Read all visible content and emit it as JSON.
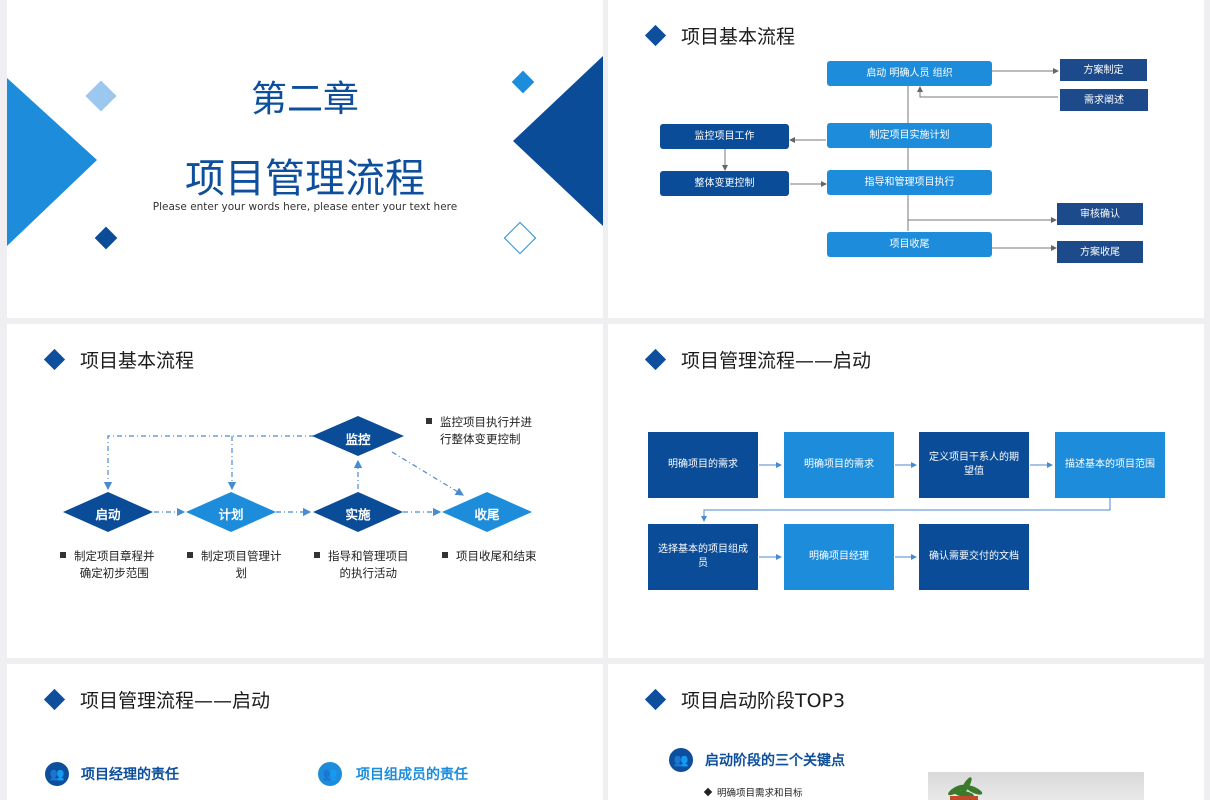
{
  "slide1": {
    "chapter": "第二章",
    "title": "项目管理流程",
    "subtitle": "Please enter your words here, please enter your text here"
  },
  "slide2": {
    "heading": "项目基本流程",
    "boxes": {
      "start": "启动  明确人员 组织",
      "plan": "制定项目实施计划",
      "execute": "指导和管理项目执行",
      "close": "项目收尾",
      "monitor": "监控项目工作",
      "change": "整体变更控制",
      "scheme": "方案制定",
      "requirement": "需求阐述",
      "review": "审核确认",
      "closing": "方案收尾"
    }
  },
  "slide3": {
    "heading": "项目基本流程",
    "nodes": {
      "monitor": "监控",
      "start": "启动",
      "plan": "计划",
      "execute": "实施",
      "close": "收尾"
    },
    "notes": {
      "monitor": [
        "监控项目执行并进",
        "行整体变更控制"
      ],
      "start": [
        "制定项目章程并",
        "确定初步范围"
      ],
      "plan": [
        "制定项目管理计",
        "划"
      ],
      "execute": [
        "指导和管理项目",
        "的执行活动"
      ],
      "close": [
        "项目收尾和结束"
      ]
    }
  },
  "slide4": {
    "heading": "项目管理流程——启动",
    "steps": [
      "明确项目的需求",
      "明确项目的需求",
      "定义项目干系人的期望值",
      "描述基本的项目范围",
      "选择基本的项目组成员",
      "明确项目经理",
      "确认需要交付的文档"
    ]
  },
  "slide5": {
    "heading": "项目管理流程——启动",
    "role1": "项目经理的责任",
    "role2": "项目组成员的责任"
  },
  "slide6": {
    "heading": "项目启动阶段TOP3",
    "subheading": "启动阶段的三个关键点",
    "bullet1": "明确项目需求和目标"
  },
  "colors": {
    "dark_blue": "#0a4c98",
    "light_blue": "#1d8ddb",
    "navy": "#1c4a8a"
  }
}
